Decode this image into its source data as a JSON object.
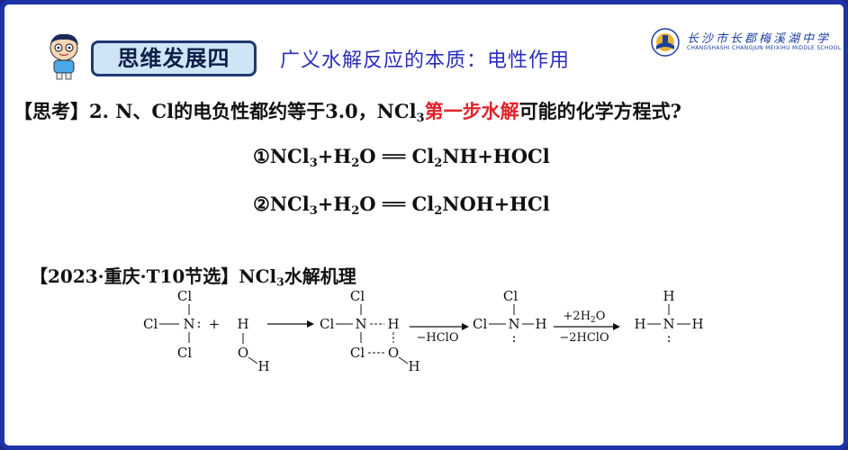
{
  "header": {
    "badge": "思维发展四",
    "subtitle": "广义水解反应的本质：电性作用",
    "school_cn": "长沙市长郡梅溪湖中学",
    "school_en": "CHANGSHASHI CHANGJUN MEIXIHU MIDDLE SCHOOL"
  },
  "question": {
    "prefix": "【思考】2. N、Cl的电负性都约等于3.0，NCl",
    "sub": "3",
    "highlight": "第一步水解",
    "suffix": "可能的化学方程式?"
  },
  "equations": [
    {
      "num": "①",
      "p1": "NCl",
      "s1": "3",
      "p2": "+H",
      "s2": "2",
      "p3": "O ══ Cl",
      "s3": "2",
      "p4": "NH+HOCl"
    },
    {
      "num": "②",
      "p1": "NCl",
      "s1": "3",
      "p2": "+H",
      "s2": "2",
      "p3": "O ══ Cl",
      "s3": "2",
      "p4": "NOH+HCl"
    }
  ],
  "section": {
    "prefix": "【2023·重庆·T10节选】NCl",
    "sub": "3",
    "suffix": "水解机理"
  },
  "mechanism": {
    "Cl": "Cl",
    "N": "N",
    "H": "H",
    "O": "O",
    "plus": "+",
    "dots": ":",
    "step1_below": "−HClO",
    "step2_above": "+2H",
    "step2_above_sub": "2",
    "step2_above_end": "O",
    "step2_below": "−2HClO"
  },
  "colors": {
    "frame": "#1f34a8",
    "title_text": "#2b2fb8",
    "highlight": "#e0222a",
    "badge_bg": "#cfe4f5"
  }
}
